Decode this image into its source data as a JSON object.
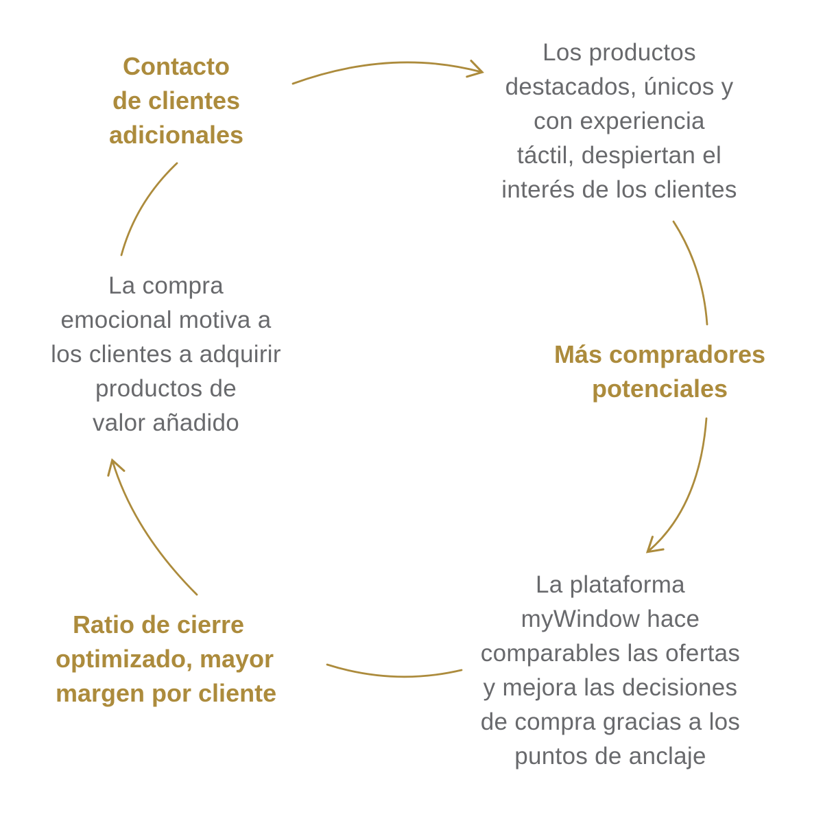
{
  "diagram": {
    "type": "cycle",
    "accent_color": "#ac8b3c",
    "text_color": "#68696c",
    "background_color": "#ffffff",
    "nodes": [
      {
        "id": "contacto",
        "style": "highlight",
        "lines": [
          "Contacto",
          "de clientes",
          "adicionales"
        ]
      },
      {
        "id": "productos",
        "style": "description",
        "lines": [
          "Los productos",
          "destacados, únicos y",
          "con experiencia",
          "táctil, despiertan el",
          "interés de los clientes"
        ]
      },
      {
        "id": "compradores",
        "style": "highlight",
        "lines": [
          "Más compradores",
          "potenciales"
        ]
      },
      {
        "id": "plataforma",
        "style": "description",
        "lines": [
          "La plataforma",
          "myWindow hace",
          "comparables las ofertas",
          "y mejora las decisiones",
          "de compra gracias a los",
          "puntos de anclaje"
        ]
      },
      {
        "id": "ratio",
        "style": "highlight",
        "lines": [
          "Ratio de cierre",
          "optimizado, mayor",
          "margen por cliente"
        ]
      },
      {
        "id": "compra",
        "style": "description",
        "lines": [
          "La compra",
          "emocional motiva a",
          "los clientes a adquirir",
          "productos de",
          "valor añadido"
        ]
      }
    ],
    "connections": [
      {
        "from": "contacto",
        "to": "productos",
        "arrowhead": true
      },
      {
        "from": "productos",
        "to": "compradores",
        "arrowhead": false
      },
      {
        "from": "compradores",
        "to": "plataforma",
        "arrowhead": true
      },
      {
        "from": "plataforma",
        "to": "ratio",
        "arrowhead": false
      },
      {
        "from": "ratio",
        "to": "compra",
        "arrowhead": true
      },
      {
        "from": "compra",
        "to": "contacto",
        "arrowhead": false
      }
    ]
  }
}
